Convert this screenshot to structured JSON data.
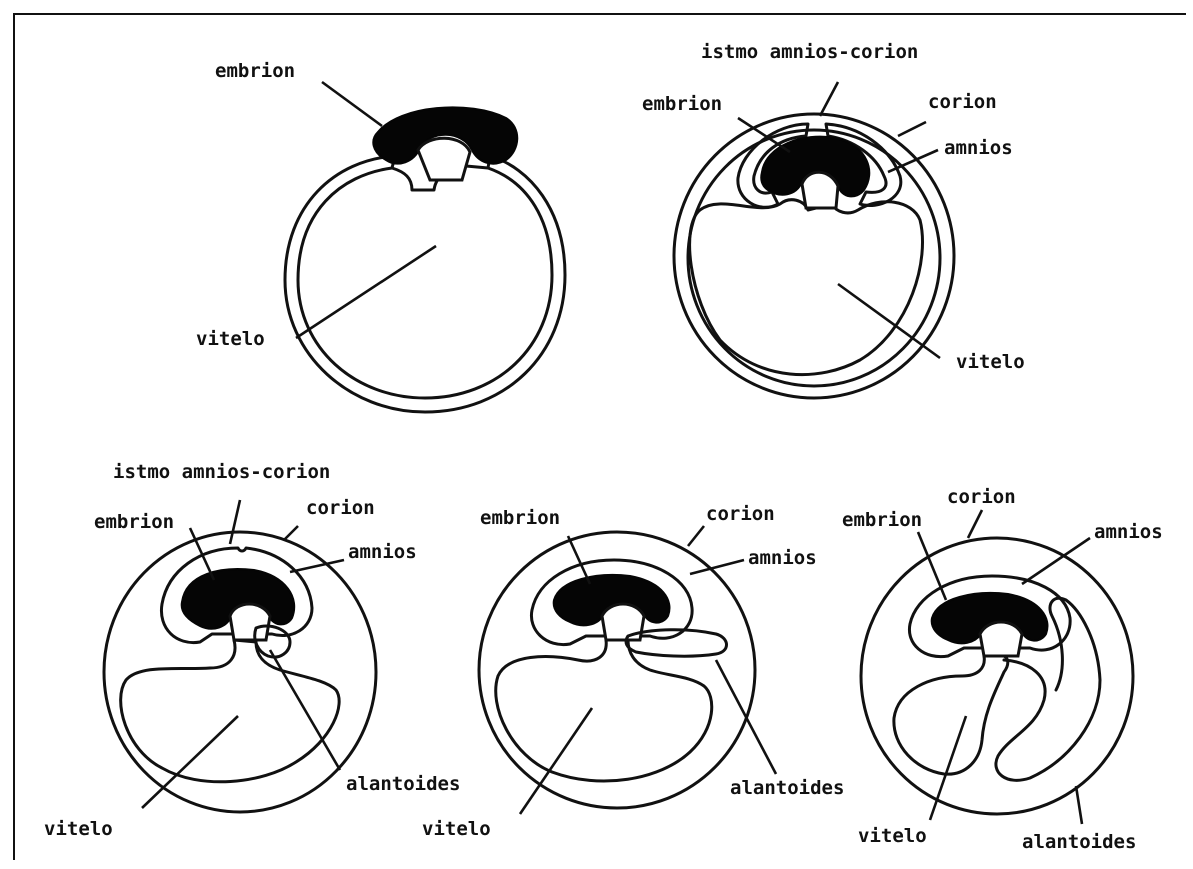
{
  "stages": [
    {
      "labels": {
        "embryo": "embrion",
        "yolk": "vitelo"
      }
    },
    {
      "labels": {
        "isthmus": "istmo amnios-corion",
        "embryo": "embrion",
        "chorion": "corion",
        "amnion": "amnios",
        "yolk": "vitelo"
      }
    },
    {
      "labels": {
        "isthmus": "istmo amnios-corion",
        "embryo": "embrion",
        "chorion": "corion",
        "amnion": "amnios",
        "allantois": "alantoides",
        "yolk": "vitelo"
      }
    },
    {
      "labels": {
        "embryo": "embrion",
        "chorion": "corion",
        "amnion": "amnios",
        "allantois": "alantoides",
        "yolk": "vitelo"
      }
    },
    {
      "labels": {
        "chorion": "corion",
        "embryo": "embrion",
        "amnion": "amnios",
        "yolk": "vitelo",
        "allantois": "alantoides"
      }
    }
  ]
}
